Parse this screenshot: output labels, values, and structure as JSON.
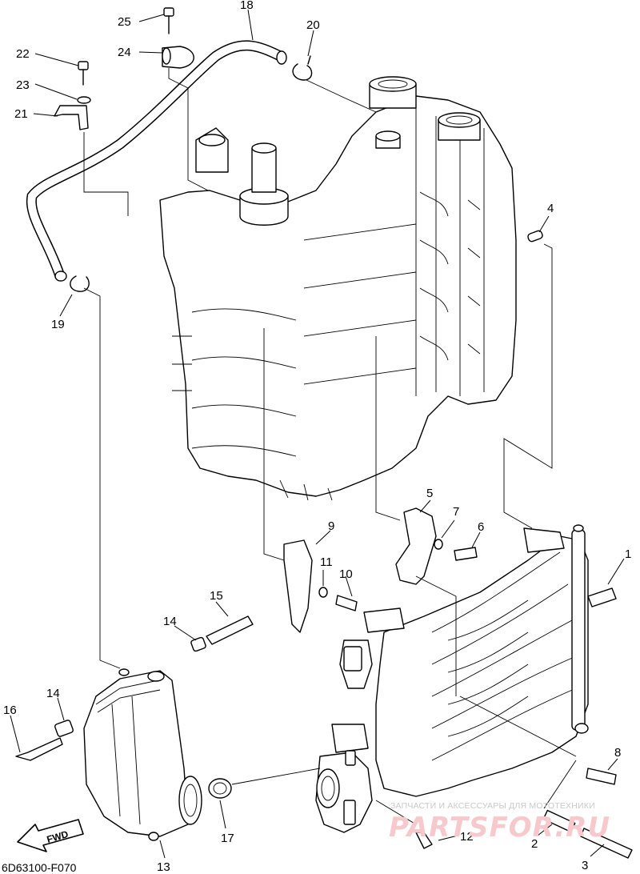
{
  "diagram": {
    "code_label": "6D63100-F070",
    "fwd_label": "FWD",
    "callouts": [
      {
        "label": "1"
      },
      {
        "label": "2"
      },
      {
        "label": "3"
      },
      {
        "label": "4"
      },
      {
        "label": "5"
      },
      {
        "label": "6"
      },
      {
        "label": "7"
      },
      {
        "label": "8"
      },
      {
        "label": "9"
      },
      {
        "label": "10"
      },
      {
        "label": "11"
      },
      {
        "label": "12"
      },
      {
        "label": "13"
      },
      {
        "label": "14"
      },
      {
        "label": "14"
      },
      {
        "label": "15"
      },
      {
        "label": "16"
      },
      {
        "label": "17"
      },
      {
        "label": "18"
      },
      {
        "label": "19"
      },
      {
        "label": "20"
      },
      {
        "label": "21"
      },
      {
        "label": "22"
      },
      {
        "label": "23"
      },
      {
        "label": "24"
      },
      {
        "label": "25"
      }
    ]
  },
  "watermark": {
    "caption": "ЗАПЧАСТИ И АКСЕССУАРЫ ДЛЯ МОТОТЕХНИКИ",
    "brand": "PARTSFOR.RU"
  }
}
